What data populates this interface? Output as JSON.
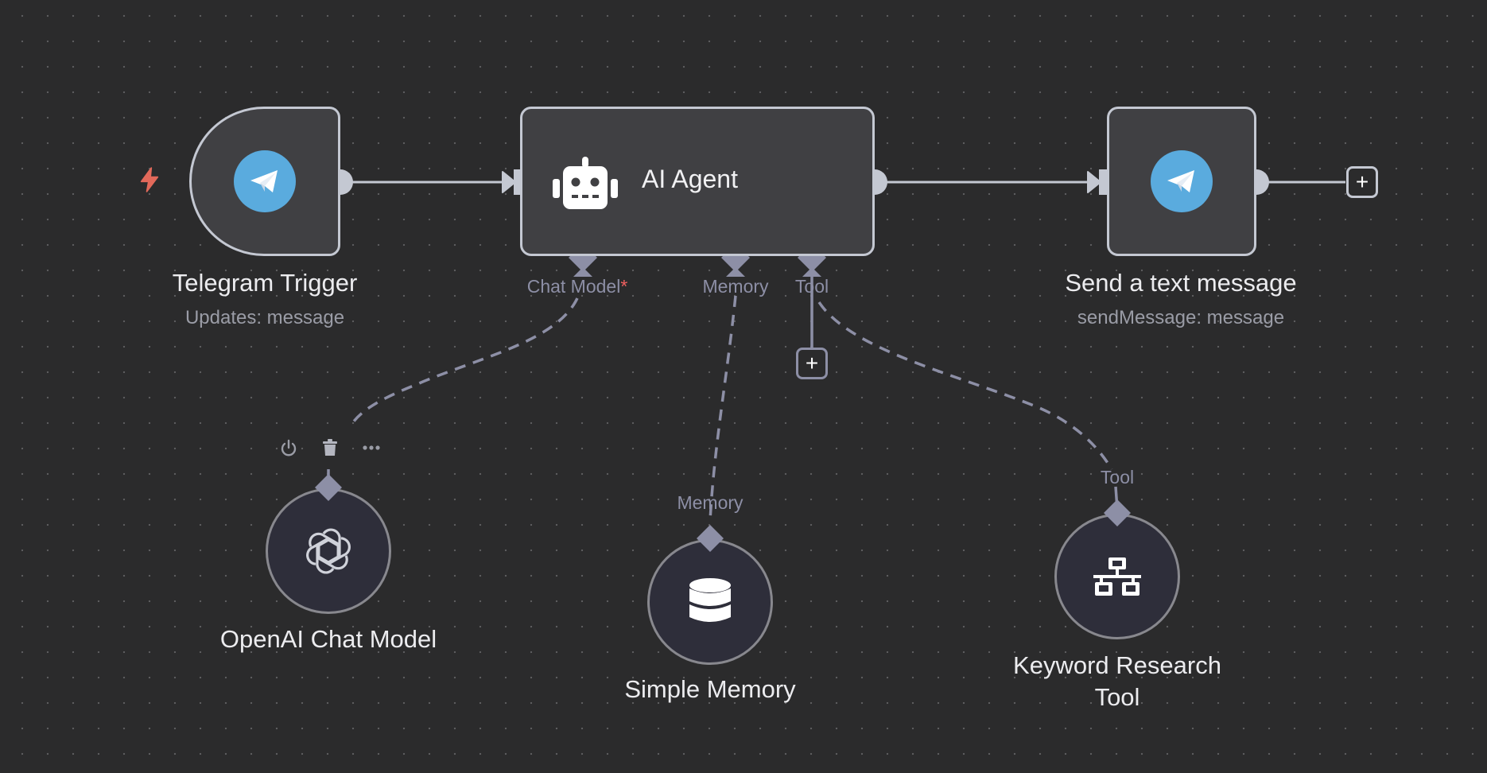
{
  "colors": {
    "canvas_bg": "#2b2b2c",
    "node_bg": "#404043",
    "node_border": "#c4c8d2",
    "sub_node_bg": "#2e2e3a",
    "sub_node_border": "#88888e",
    "port_color": "#8d8fa6",
    "telegram_blue": "#5aabde",
    "trigger_bolt": "#e2695a",
    "required_marker": "#f0605f"
  },
  "nodes": {
    "telegram_trigger": {
      "title": "Telegram Trigger",
      "subtitle": "Updates: message",
      "icon": "telegram-icon"
    },
    "ai_agent": {
      "title": "AI Agent",
      "icon": "robot-icon",
      "ports": [
        {
          "label": "Chat Model",
          "required_marker": "*"
        },
        {
          "label": "Memory"
        },
        {
          "label": "Tool"
        }
      ]
    },
    "send_message": {
      "title": "Send a text message",
      "subtitle": "sendMessage: message",
      "icon": "telegram-icon"
    },
    "openai_chat_model": {
      "title": "OpenAI Chat Model",
      "icon": "openai-icon"
    },
    "simple_memory": {
      "title": "Simple Memory",
      "icon": "database-icon",
      "port_label": "Memory"
    },
    "keyword_research_tool": {
      "title_line1": "Keyword Research",
      "title_line2": "Tool",
      "icon": "network-icon",
      "port_label": "Tool"
    }
  },
  "node_toolbar": {
    "items": [
      "power-icon",
      "trash-icon",
      "more-icon"
    ]
  },
  "add_buttons": {
    "symbol": "+"
  }
}
